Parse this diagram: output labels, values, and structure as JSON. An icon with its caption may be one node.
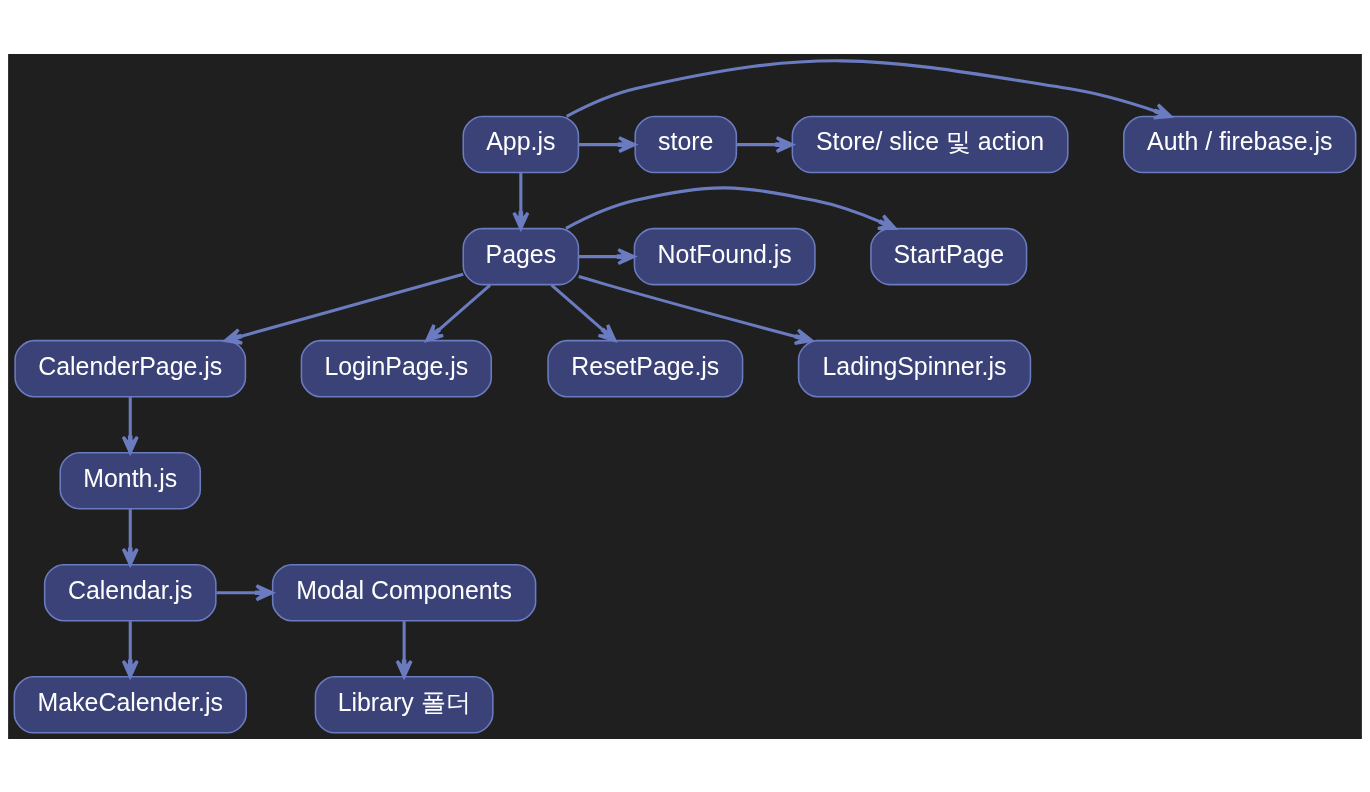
{
  "diagram": {
    "nodes": [
      {
        "text": [
          "App.js"
        ]
      },
      {
        "text": [
          "Auth / firebase.js"
        ]
      },
      {
        "text": [
          "store"
        ]
      },
      {
        "text": [
          "Store/ slice 및 action"
        ]
      },
      {
        "text": [
          "Pages"
        ]
      },
      {
        "text": [
          "StartPage"
        ]
      },
      {
        "text": [
          "NotFound.js"
        ]
      },
      {
        "text": [
          "CalenderPage.js"
        ]
      },
      {
        "text": [
          "LoginPage.js"
        ]
      },
      {
        "text": [
          "Library 폴더"
        ]
      },
      {
        "text": [
          "ResetPage.js"
        ]
      },
      {
        "text": [
          "Month.js"
        ]
      },
      {
        "text": [
          "LadingSpinner.js"
        ]
      },
      {
        "text": [
          "Modal Components"
        ]
      },
      {
        "text": [
          "Calendar.js"
        ]
      },
      {
        "text": [
          "MakeCalender.js"
        ]
      }
    ],
    "edges": [
      {
        "from": 0,
        "to": 1,
        "arrow": "to"
      },
      {
        "from": 0,
        "to": 2,
        "arrow": "to"
      },
      {
        "from": 2,
        "to": 3,
        "arrow": "to"
      },
      {
        "from": 0,
        "to": 4,
        "arrow": "to"
      },
      {
        "from": 4,
        "to": 5,
        "arrow": "to"
      },
      {
        "from": 4,
        "to": 6,
        "arrow": "to"
      },
      {
        "from": 4,
        "to": 8,
        "arrow": "to"
      },
      {
        "from": 4,
        "to": 10,
        "arrow": "to"
      },
      {
        "from": 4,
        "to": 12,
        "arrow": "to"
      },
      {
        "from": 4,
        "to": 7,
        "arrow": "to"
      },
      {
        "from": 7,
        "to": 11,
        "arrow": "to"
      },
      {
        "from": 11,
        "to": 14,
        "arrow": "to"
      },
      {
        "from": 14,
        "to": 13,
        "arrow": "to"
      },
      {
        "from": 13,
        "to": 9,
        "arrow": "to"
      },
      {
        "from": 14,
        "to": 15,
        "arrow": "to"
      }
    ]
  }
}
